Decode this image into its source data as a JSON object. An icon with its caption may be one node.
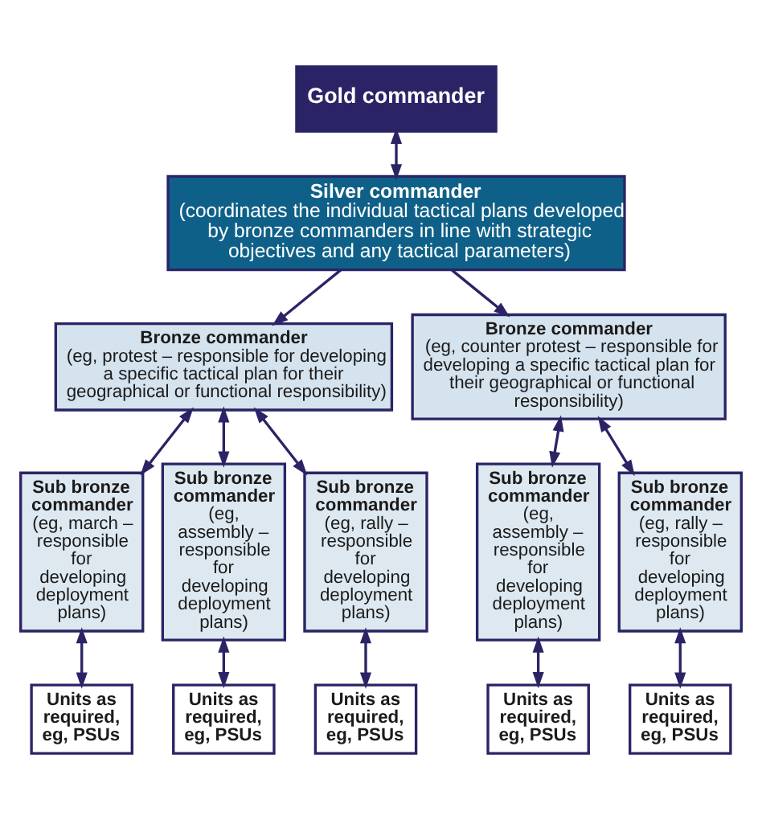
{
  "diagram": {
    "nodes": [
      {
        "text": [
          "Gold commander"
        ]
      },
      {
        "text": [
          "Silver commander",
          "(coordinates the individual tactical plans developed by bronze commanders in line with strategic objectives and any tactical parameters)"
        ]
      },
      {
        "text": [
          "Bronze commander",
          "(eg, protest – responsible for developing a specific tactical plan for their geographical or functional responsibility)"
        ]
      },
      {
        "text": [
          "Bronze commander",
          "(eg, counter protest – responsible for developing a specific tactical plan for their geographical or functional responsibility)"
        ]
      },
      {
        "text": [
          "Sub bronze commander",
          "(eg, march – responsible for developing deployment plans)"
        ]
      },
      {
        "text": [
          "Sub bronze commander",
          "(eg, assembly – responsible for developing deployment plans)"
        ]
      },
      {
        "text": [
          "Sub bronze commander",
          "(eg, rally – responsible for developing deployment plans)"
        ]
      },
      {
        "text": [
          "Sub bronze commander",
          "(eg, assembly – responsible for developing deployment plans)"
        ]
      },
      {
        "text": [
          "Sub bronze commander",
          "(eg, rally – responsible for developing deployment plans)"
        ]
      },
      {
        "text": [
          "Units as required, eg, PSUs"
        ]
      },
      {
        "text": [
          "Units as required, eg, PSUs"
        ]
      },
      {
        "text": [
          "Units as required, eg, PSUs"
        ]
      },
      {
        "text": [
          "Units as required, eg, PSUs"
        ]
      },
      {
        "text": [
          "Units as required, eg, PSUs"
        ]
      }
    ],
    "edges": [
      {
        "from": 0,
        "to": 1,
        "arrow": "both"
      },
      {
        "from": 1,
        "to": 2,
        "arrow": "to"
      },
      {
        "from": 1,
        "to": 3,
        "arrow": "to"
      },
      {
        "from": 2,
        "to": 4,
        "arrow": "both"
      },
      {
        "from": 2,
        "to": 5,
        "arrow": "both"
      },
      {
        "from": 2,
        "to": 6,
        "arrow": "both"
      },
      {
        "from": 3,
        "to": 7,
        "arrow": "both"
      },
      {
        "from": 3,
        "to": 8,
        "arrow": "both"
      },
      {
        "from": 4,
        "to": 9,
        "arrow": "both"
      },
      {
        "from": 5,
        "to": 10,
        "arrow": "both"
      },
      {
        "from": 6,
        "to": 11,
        "arrow": "both"
      },
      {
        "from": 7,
        "to": 12,
        "arrow": "both"
      },
      {
        "from": 8,
        "to": 13,
        "arrow": "both"
      }
    ]
  }
}
